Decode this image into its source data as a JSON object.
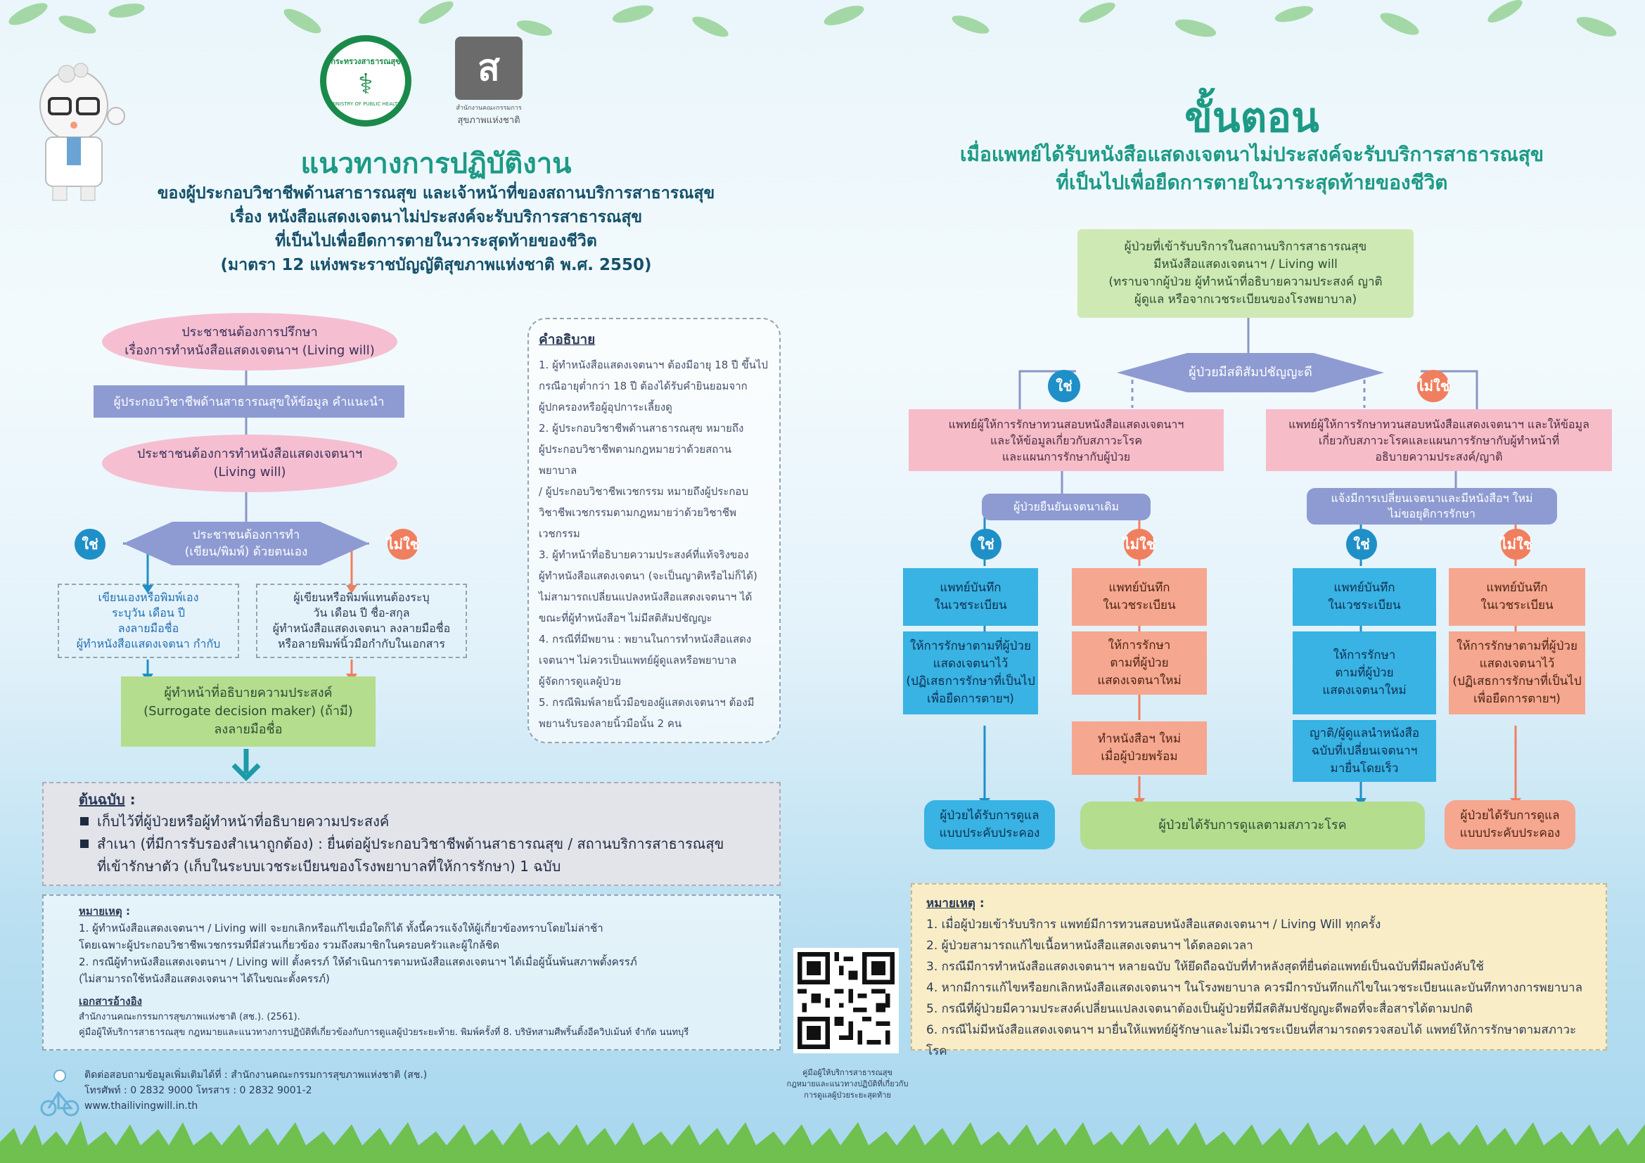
{
  "left": {
    "title": "แนวทางการปฏิบัติงาน",
    "subtitle_lines": [
      "ของผู้ประกอบวิชาชีพด้านสาธารณสุข และเจ้าหน้าที่ของสถานบริการสาธารณสุข",
      "เรื่อง หนังสือแสดงเจตนาไม่ประสงค์จะรับบริการสาธารณสุข",
      "ที่เป็นไปเพื่อยืดการตายในวาระสุดท้ายของชีวิต",
      "(มาตรา 12 แห่งพระราชบัญญัติสุขภาพแห่งชาติ พ.ศ. 2550)"
    ],
    "logo_moph_text": "กระทรวงสาธารณสุข",
    "logo_moph_sub": "MINISTRY OF PUBLIC HEALTH",
    "logo_nhco_text_1": "สำนักงานคณะกรรมการ",
    "logo_nhco_text_2": "สุขภาพแห่งชาติ",
    "flow": {
      "step1_l1": "ประชาชนต้องการปรึกษา",
      "step1_l2": "เรื่องการทำหนังสือแสดงเจตนาฯ (Living will)",
      "step2": "ผู้ประกอบวิชาชีพด้านสาธารณสุขให้ข้อมูล คำแนะนำ",
      "step3_l1": "ประชาชนต้องการทำหนังสือแสดงเจตนาฯ",
      "step3_l2": "(Living will)",
      "decision_l1": "ประชาชนต้องการทำ",
      "decision_l2": "(เขียน/พิมพ์) ด้วยตนเอง",
      "yes": "ใช่",
      "no": "ไม่ใช่",
      "yes_box": [
        "เขียนเองหรือพิมพ์เอง",
        "ระบุวัน เดือน ปี",
        "ลงลายมือชื่อ",
        "ผู้ทำหนังสือแสดงเจตนา กำกับ"
      ],
      "no_box": [
        "ผู้เขียนหรือพิมพ์แทนต้องระบุ",
        "วัน เดือน ปี ชื่อ-สกุล",
        "ผู้ทำหนังสือแสดงเจตนา ลงลายมือชื่อ",
        "หรือลายพิมพ์นิ้วมือกำกับในเอกสาร"
      ],
      "surrogate": [
        "ผู้ทำหน้าที่อธิบายความประสงค์",
        "(Surrogate decision maker) (ถ้ามี)",
        "ลงลายมือชื่อ"
      ]
    },
    "definitions": {
      "heading": "คำอธิบาย",
      "lines": [
        "1. ผู้ทำหนังสือแสดงเจตนาฯ ต้องมีอายุ 18 ปี ขึ้นไป",
        "กรณีอายุต่ำกว่า 18 ปี ต้องได้รับคำยินยอมจาก",
        "ผู้ปกครองหรือผู้อุปการะเลี้ยงดู",
        "2. ผู้ประกอบวิชาชีพด้านสาธารณสุข หมายถึง",
        "ผู้ประกอบวิชาชีพตามกฎหมายว่าด้วยสถานพยาบาล",
        "/ ผู้ประกอบวิชาชีพเวชกรรม หมายถึงผู้ประกอบ",
        "วิชาชีพเวชกรรมตามกฎหมายว่าด้วยวิชาชีพเวชกรรม",
        "3. ผู้ทำหน้าที่อธิบายความประสงค์ที่แท้จริงของ",
        "ผู้ทำหนังสือแสดงเจตนา (จะเป็นญาติหรือไม่ก็ได้)",
        "ไม่สามารถเปลี่ยนแปลงหนังสือแสดงเจตนาฯ ได้",
        "ขณะที่ผู้ทำหนังสือฯ ไม่มีสติสัมปชัญญะ",
        "4. กรณีที่มีพยาน : พยานในการทำหนังสือแสดง",
        "เจตนาฯ ไม่ควรเป็นแพทย์ผู้ดูแลหรือพยาบาล",
        "ผู้จัดการดูแลผู้ป่วย",
        "5. กรณีพิมพ์ลายนิ้วมือของผู้แสดงเจตนาฯ ต้องมี",
        "พยานรับรองลายนิ้วมือนั้น 2 คน"
      ]
    },
    "original": {
      "heading": "ต้นฉบับ",
      "colon": " :",
      "items": [
        "เก็บไว้ที่ผู้ป่วยหรือผู้ทำหน้าที่อธิบายความประสงค์",
        "สำเนา (ที่มีการรับรองสำเนาถูกต้อง) : ยื่นต่อผู้ประกอบวิชาชีพด้านสาธารณสุข / สถานบริการสาธารณสุข",
        "ที่เข้ารักษาตัว (เก็บในระบบเวชระเบียนของโรงพยาบาลที่ให้การรักษา) 1 ฉบับ"
      ]
    },
    "remarks": {
      "heading": "หมายเหตุ",
      "colon": " :",
      "lines": [
        "1. ผู้ทำหนังสือแสดงเจตนาฯ / Living will จะยกเลิกหรือแก้ไขเมื่อใดก็ได้ ทั้งนี้ควรแจ้งให้ผู้เกี่ยวข้องทราบโดยไม่ล่าช้า",
        "โดยเฉพาะผู้ประกอบวิชาชีพเวชกรรมที่มีส่วนเกี่ยวข้อง รวมถึงสมาชิกในครอบครัวและผู้ใกล้ชิด",
        "2. กรณีผู้ทำหนังสือแสดงเจตนาฯ / Living will ตั้งครรภ์ ให้ดำเนินการตามหนังสือแสดงเจตนาฯ ได้เมื่อผู้นั้นพ้นสภาพตั้งครรภ์",
        "(ไม่สามารถใช้หนังสือแสดงเจตนาฯ ได้ในขณะตั้งครรภ์)"
      ],
      "ref_heading": "เอกสารอ้างอิง",
      "ref_lines": [
        "สำนักงานคณะกรรมการสุขภาพแห่งชาติ (สช.). (2561).",
        "คู่มือผู้ให้บริการสาธารณสุข กฎหมายและแนวทางการปฏิบัติที่เกี่ยวข้องกับการดูแลผู้ป่วยระยะท้าย. พิมพ์ครั้งที่ 8. บริษัทสามศีพริ้นติ้งอีควิปเม้นท์ จำกัด นนทบุรี"
      ]
    },
    "contact": {
      "line1": "ติดต่อสอบถามข้อมูลเพิ่มเติมได้ที่ : สำนักงานคณะกรรมการสุขภาพแห่งชาติ (สช.)",
      "line2": "โทรศัพท์ : 0 2832 9000  โทรสาร : 0 2832 9001-2",
      "line3": "www.thailivingwill.in.th"
    }
  },
  "right": {
    "title": "ขั้นตอน",
    "subtitle_l1": "เมื่อแพทย์ได้รับหนังสือแสดงเจตนาไม่ประสงค์จะรับบริการสาธารณสุข",
    "subtitle_l2": "ที่เป็นไปเพื่อยืดการตายในวาระสุดท้ายของชีวิต",
    "top_box": [
      "ผู้ป่วยที่เข้ารับบริการในสถานบริการสาธารณสุข",
      "มีหนังสือแสดงเจตนาฯ / Living will",
      "(ทราบจากผู้ป่วย ผู้ทำหน้าที่อธิบายความประสงค์ ญาติ",
      "ผู้ดูแล หรือจากเวชระเบียนของโรงพยาบาล)"
    ],
    "decision": "ผู้ป่วยมีสติสัมปชัญญะดี",
    "yes": "ใช่",
    "no": "ไม่ใช่",
    "yes_branch": [
      "แพทย์ผู้ให้การรักษาทวนสอบหนังสือแสดงเจตนาฯ",
      "และให้ข้อมูลเกี่ยวกับสภาวะโรค",
      "และแผนการรักษากับผู้ป่วย"
    ],
    "no_branch": [
      "แพทย์ผู้ให้การรักษาทวนสอบหนังสือแสดงเจตนาฯ และให้ข้อมูล",
      "เกี่ยวกับสภาวะโรคและแผนการรักษากับผู้ทำหน้าที่",
      "อธิบายความประสงค์/ญาติ"
    ],
    "pill_left": "ผู้ป่วยยืนยันเจตนาเดิม",
    "pill_right_l1": "แจ้งมีการเปลี่ยนเจตนาและมีหนังสือฯ ใหม่",
    "pill_right_l2": "ไม่ขอยุติการรักษา",
    "record": [
      "แพทย์บันทึก",
      "ในเวชระเบียน"
    ],
    "col1_box2": [
      "ให้การรักษาตามที่ผู้ป่วย",
      "แสดงเจตนาไว้",
      "(ปฏิเสธการรักษาที่เป็นไป",
      "เพื่อยืดการตายฯ)"
    ],
    "col2_box2": [
      "ให้การรักษา",
      "ตามที่ผู้ป่วย",
      "แสดงเจตนาใหม่"
    ],
    "col2_box3": [
      "ทำหนังสือฯ ใหม่",
      "เมื่อผู้ป่วยพร้อม"
    ],
    "col3_box2": [
      "ให้การรักษา",
      "ตามที่ผู้ป่วย",
      "แสดงเจตนาใหม่"
    ],
    "col3_box3": [
      "ญาติ/ผู้ดูแลนำหนังสือ",
      "ฉบับที่เปลี่ยนเจตนาฯ",
      "มายื่นโดยเร็ว"
    ],
    "col4_box2": [
      "ให้การรักษาตามที่ผู้ป่วย",
      "แสดงเจตนาไว้",
      "(ปฏิเสธการรักษาที่เป็นไป",
      "เพื่อยืดการตายฯ)"
    ],
    "end_left": [
      "ผู้ป่วยได้รับการดูแล",
      "แบบประคับประคอง"
    ],
    "end_mid": "ผู้ป่วยได้รับการดูแลตามสภาวะโรค",
    "end_right": [
      "ผู้ป่วยได้รับการดูแล",
      "แบบประคับประคอง"
    ],
    "remarks": {
      "heading": "หมายเหตุ",
      "colon": " :",
      "lines": [
        "1. เมื่อผู้ป่วยเข้ารับบริการ แพทย์มีการทวนสอบหนังสือแสดงเจตนาฯ / Living Will ทุกครั้ง",
        "2. ผู้ป่วยสามารถแก้ไขเนื้อหาหนังสือแสดงเจตนาฯ ได้ตลอดเวลา",
        "3. กรณีมีการทำหนังสือแสดงเจตนาฯ หลายฉบับ ให้ยึดถือฉบับที่ทำหลังสุดที่ยื่นต่อแพทย์เป็นฉบับที่มีผลบังคับใช้",
        "4. หากมีการแก้ไขหรือยกเลิกหนังสือแสดงเจตนาฯ ในโรงพยาบาล ควรมีการบันทึกแก้ไขในเวชระเบียนและบันทึกทางการพยาบาล",
        "5. กรณีที่ผู้ป่วยมีความประสงค์เปลี่ยนแปลงเจตนาต้องเป็นผู้ป่วยที่มีสติสัมปชัญญะดีพอที่จะสื่อสารได้ตามปกติ",
        "6. กรณีไม่มีหนังสือแสดงเจตนาฯ มายื่นให้แพทย์ผู้รักษาและไม่มีเวชระเบียนที่สามารถตรวจสอบได้ แพทย์ให้การรักษาตามสภาวะโรค"
      ]
    },
    "qr_caption": [
      "คู่มือผู้ให้บริการสาธารณสุข",
      "กฎหมายและแนวทางปฏิบัติที่เกี่ยวกับ",
      "การดูแลผู้ป่วยระยะสุดท้าย"
    ]
  },
  "colors": {
    "accent": "#1d9a86",
    "yes": "#1f8fc7",
    "no": "#f07f5f",
    "pink": "#f5bfd1",
    "lavender": "#8e9bd2",
    "green": "#b4dd8e",
    "blue": "#38b3e3",
    "salmon": "#f6a78f"
  }
}
